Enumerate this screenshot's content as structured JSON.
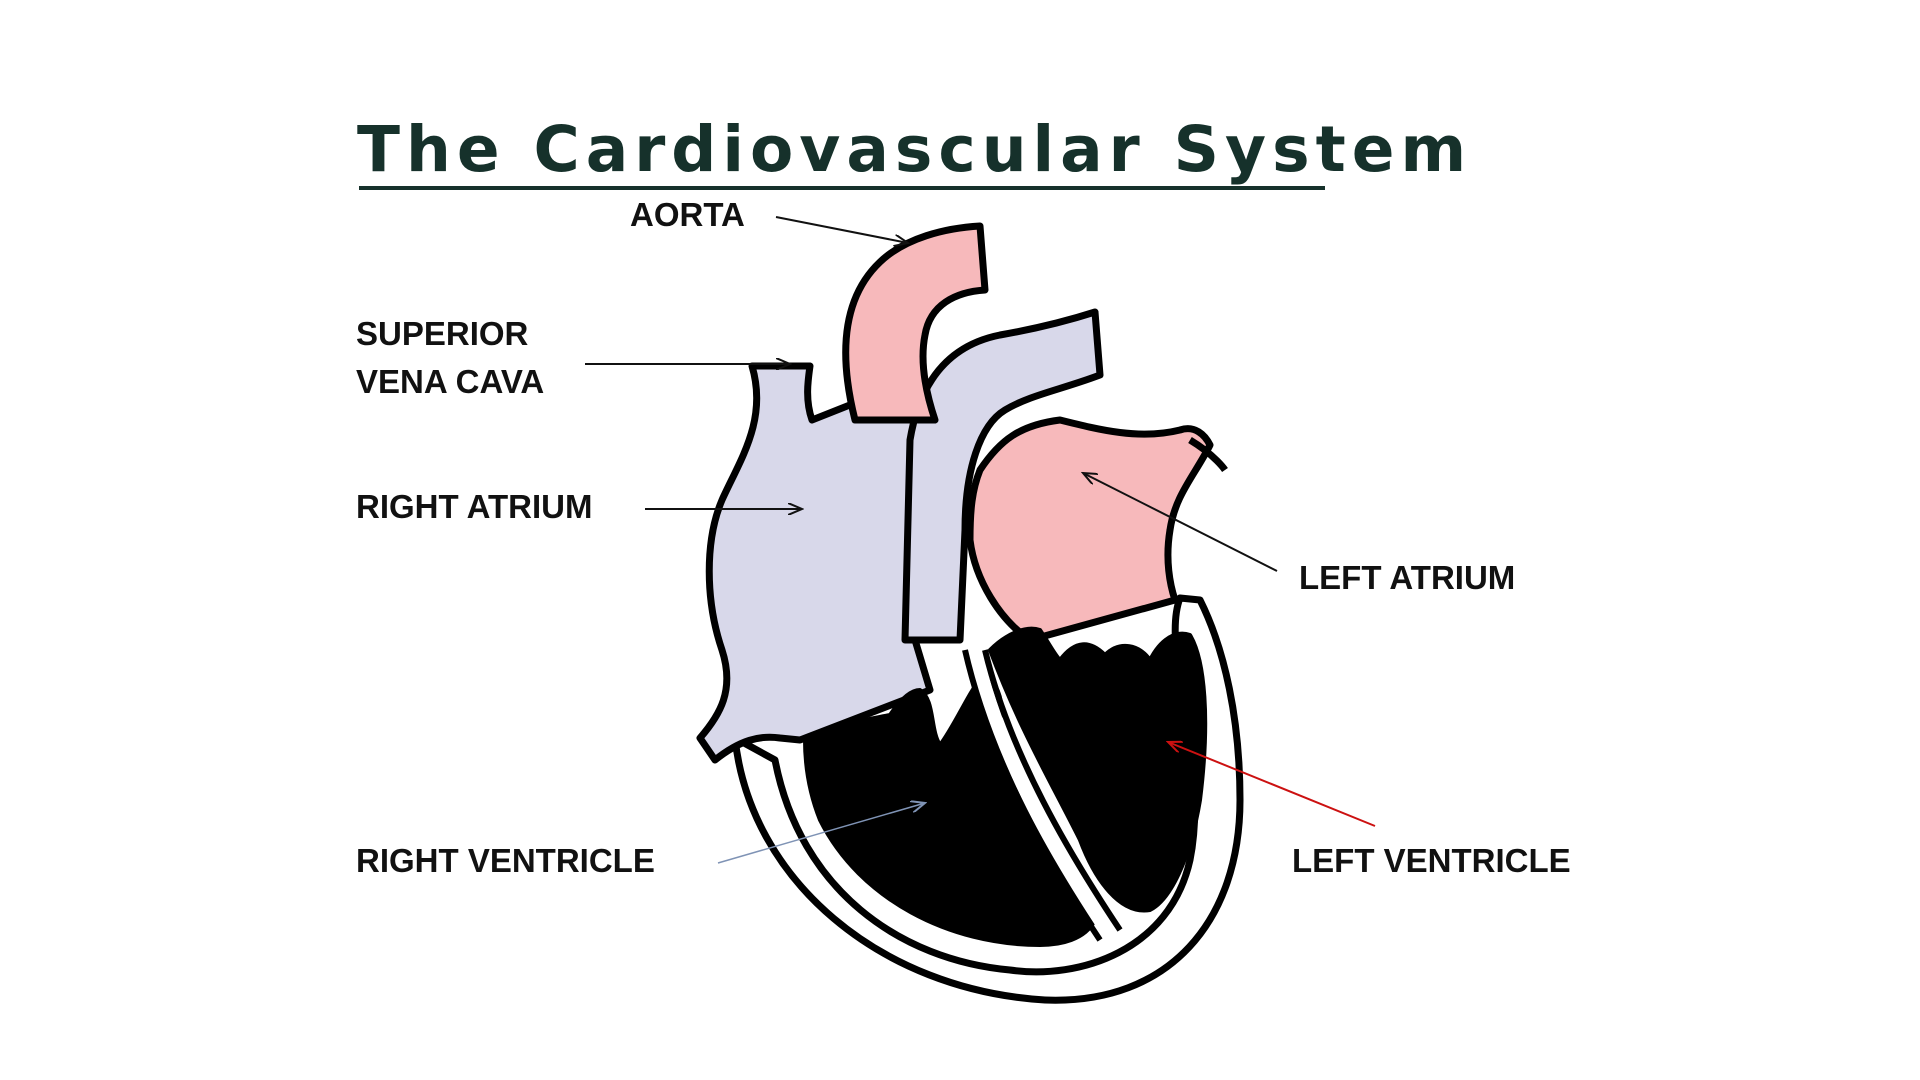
{
  "slide": {
    "title": "The Cardiovascular System"
  },
  "labels": {
    "aorta": "AORTA",
    "superior_vena_cava_line1": "SUPERIOR",
    "superior_vena_cava_line2": "VENA CAVA",
    "right_atrium": "RIGHT ATRIUM",
    "left_atrium": "LEFT ATRIUM",
    "right_ventricle": "RIGHT VENTRICLE",
    "left_ventricle": "LEFT VENTRICLE"
  },
  "colors": {
    "title": "#16312b",
    "deoxygenated_blood": "#d8d8ea",
    "oxygenated_blood": "#f7b9bb",
    "ventricle_fill": "#000000",
    "left_ventricle_arrow": "#cc1111",
    "right_ventricle_arrow": "#7f93b5",
    "arrow_default": "#111111"
  }
}
